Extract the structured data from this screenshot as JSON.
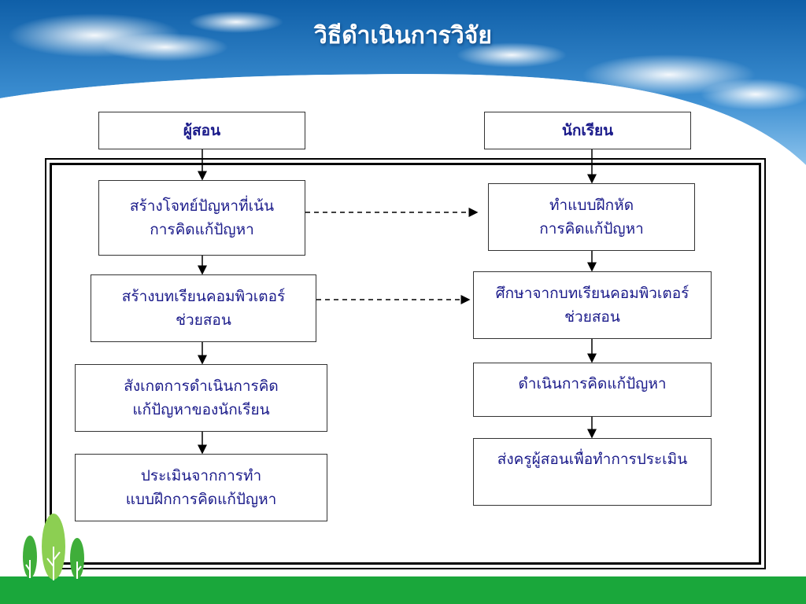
{
  "title": "วิธีดำเนินการวิจัย",
  "colors": {
    "sky_top": "#0f5fa8",
    "sky_mid": "#3d8fd2",
    "text": "#1a1a8a",
    "green_bar": "#1aa73b"
  },
  "teacher": {
    "header": "ผู้สอน",
    "steps": [
      [
        "สร้างโจทย์ปัญหาที่เน้น",
        "การคิดแก้ปัญหา"
      ],
      [
        "สร้างบทเรียนคอมพิวเตอร์",
        "ช่วยสอน"
      ],
      [
        "สังเกตการดำเนินการคิด",
        "แก้ปัญหาของนักเรียน"
      ],
      [
        "ประเมินจากการทำ",
        "แบบฝึกการคิดแก้ปัญหา"
      ]
    ]
  },
  "student": {
    "header": "นักเรียน",
    "steps": [
      [
        "ทำแบบฝึกหัด",
        "การคิดแก้ปัญหา"
      ],
      [
        "ศึกษาจากบทเรียนคอมพิวเตอร์",
        "ช่วยสอน"
      ],
      [
        "ดำเนินการคิดแก้ปัญหา"
      ],
      [
        "ส่งครูผู้สอนเพื่อทำการประเมิน"
      ]
    ]
  }
}
